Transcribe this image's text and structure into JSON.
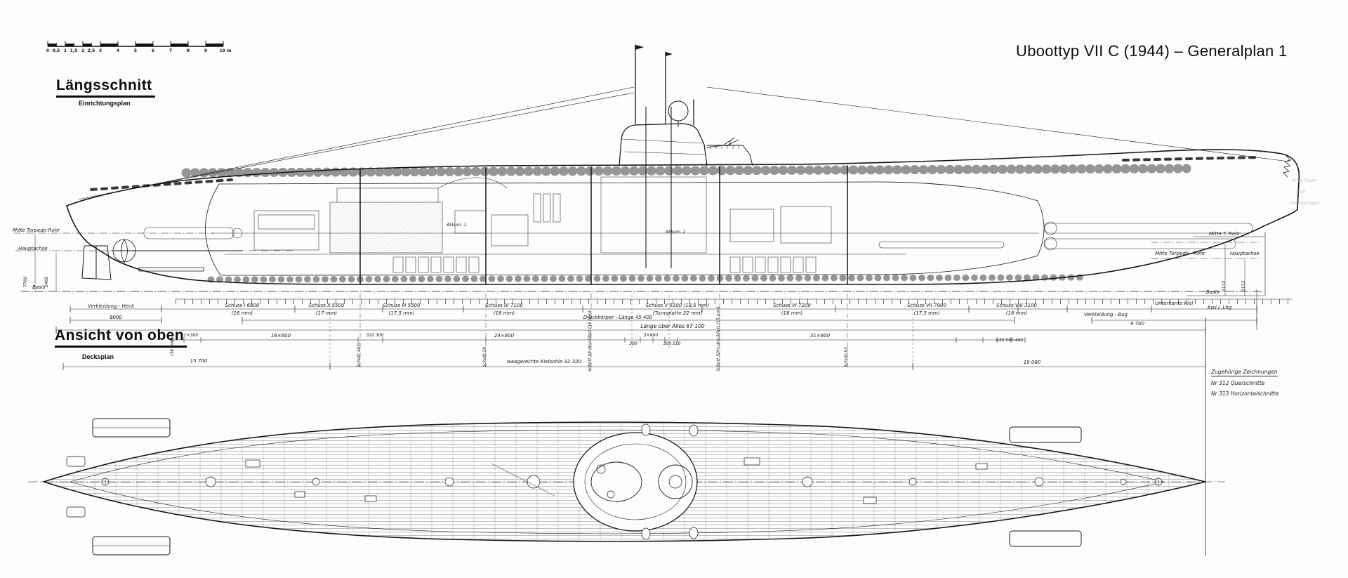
{
  "title": "Uboottyp VII C (1944) – Generalplan 1",
  "sections": {
    "longitudinal": {
      "heading": "Längsschnitt",
      "subheading": "Einrichtungsplan"
    },
    "plan": {
      "heading": "Ansicht von oben",
      "subheading": "Decksplan"
    }
  },
  "scale_bar": {
    "ticks": [
      "0",
      "0,5",
      "1",
      "1,5",
      "2",
      "2,5",
      "3",
      "4",
      "5",
      "6",
      "7",
      "8",
      "9",
      "10 m"
    ]
  },
  "stern": {
    "torpedo_axis": "Mitte Torpedo-Rohr",
    "main_axis": "Hauptachse",
    "basis": "Basis",
    "dim_height_1": "7760",
    "dim_height_2": "2460"
  },
  "bow": {
    "tube_axis": "Mitte T. Rohr",
    "torpedo_axis": "Mitte Torpedo - Rohr",
    "main_axis": "Hauptachse",
    "basis": "Basis",
    "kiel_note": "Kiel i. Lhg",
    "unterkante": "Unterkante Kiel",
    "dim_1": "2172",
    "dim_2": "1152",
    "edge_note_1": "M.Ue T.Rohr",
    "edge_note_2": "Rohr",
    "edge_note_3": "hochgeklappt"
  },
  "plating": [
    {
      "name": "Schuss I  6800",
      "thick": "(16 mm)"
    },
    {
      "name": "Schuss II  5500",
      "thick": "(17 mm)"
    },
    {
      "name": "Schuss III  5500",
      "thick": "(17,5 mm)"
    },
    {
      "name": "Schuss IV  7100",
      "thick": "(18 mm)"
    },
    {
      "name": "Schuss V  9100  (18,5 mm)",
      "thick": "(Turmplatte 22 mm)"
    },
    {
      "name": "Schuss VI  7200",
      "thick": "(18 mm)"
    },
    {
      "name": "Schuss VII  7900",
      "thick": "(17,5 mm)"
    },
    {
      "name": "Schuss VIII  3100",
      "thick": "(16 mm)"
    }
  ],
  "length_row": {
    "stern_fairing_label": "Verkleidung - Heck",
    "bow_fairing_label": "Verkleidung - Bug",
    "stern_fairing": "8000",
    "pressure_hull": "Druckkörper - Länge  45 400",
    "bow_fairing": "9 700",
    "overall": "Länge über Alles  67 100"
  },
  "frame_spacing": [
    "(36 cm)",
    "1×300",
    "16×600",
    "310  300",
    "24×600",
    "300",
    "3×600",
    "350  510",
    "31×600",
    "630  550  400"
  ],
  "bulkheads": [
    "Schott 16½",
    "Schott 29",
    "Schott 39  druckfest (15 mm)",
    "Schott 50½  druckfest (15 mm)",
    "Schott 63"
  ],
  "keel_row": {
    "left": "15 700",
    "center": "waagerechte Kielsohle  32 320",
    "right": "19 080"
  },
  "compartments": {
    "akkum_1": "Akkum. 1",
    "akkum_2": "Akkum. 2"
  },
  "related_drawings": {
    "heading": "Zugehörige Zeichnungen",
    "items": [
      "Nr 312  Querschnitte",
      "Nr 313  Horizontalschnitte"
    ]
  }
}
